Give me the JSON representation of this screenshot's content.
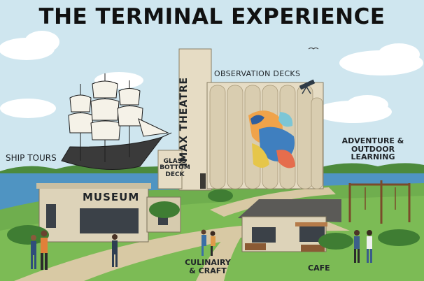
{
  "title": "THE TERMINAL EXPERIENCE",
  "labels": {
    "ship_tours": "SHIP TOURS",
    "museum": "MUSEUM",
    "glass_bottom_deck": "GLASS BOTTOM DECK",
    "imax_theatre": "IMAX THEATRE",
    "observation_decks": "OBSERVATION DECKS",
    "adventure_outdoor": "ADVENTURE & OUTDOOR LEARNING",
    "culinary_craft": "CULINAIRY & CRAFT",
    "cafe": "CAFE"
  },
  "colors": {
    "sky": "#cfe6ef",
    "water": "#4f94c2",
    "grass": "#6fae4e",
    "path": "#d8c9a4",
    "silo": "#e6dcc4",
    "museum": "#ddd3b9"
  }
}
